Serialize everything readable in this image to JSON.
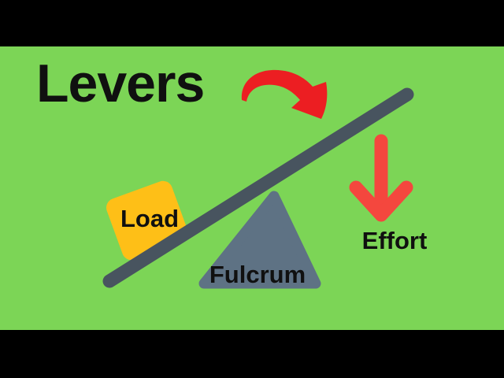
{
  "title": {
    "text": "Levers"
  },
  "labels": {
    "load": "Load",
    "fulcrum": "Fulcrum",
    "effort": "Effort"
  },
  "colors": {
    "letterbox": "#000000",
    "stage_background": "#7CD556",
    "beam": "#48545F",
    "fulcrum_triangle": "#5E7284",
    "load_box": "#FEBF17",
    "curved_arrow": "#EC1E22",
    "effort_arrow": "#F4473E",
    "text": "#101010"
  },
  "icons": {
    "curved_arrow": "curved-swoosh-arrow pointing down-right toward beam",
    "effort_arrow": "thick down-arrow"
  }
}
